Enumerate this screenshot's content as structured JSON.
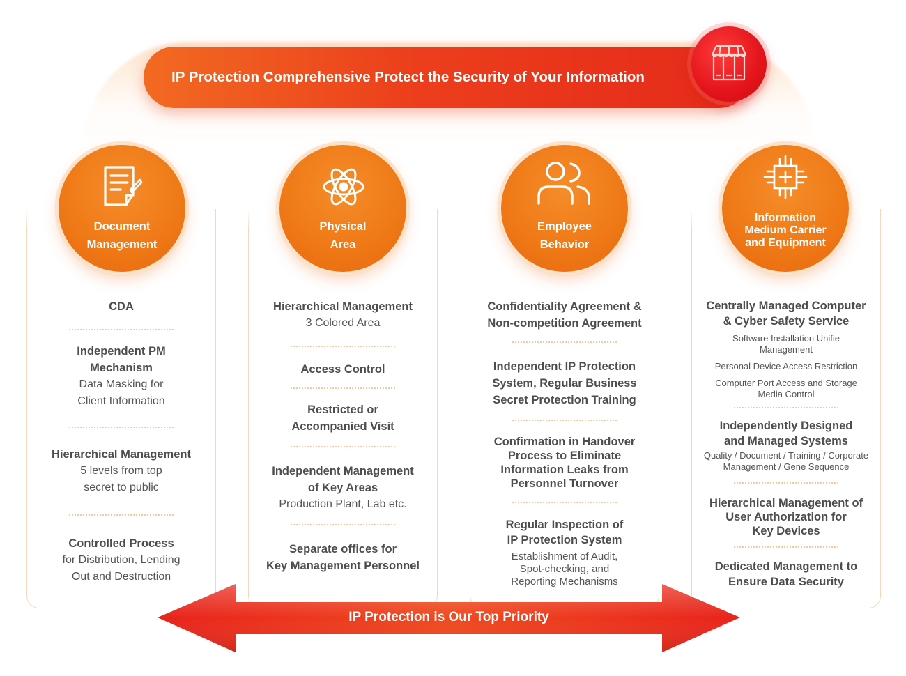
{
  "top_banner": {
    "title": "IP Protection Comprehensive Protect the Security of Your Information",
    "badge_icon": "storefront-icon"
  },
  "bottom_banner": {
    "text": "IP Protection is Our Top Priority"
  },
  "colors": {
    "orange": "#ef7a17",
    "red": "#e52a1a",
    "text": "#555555",
    "border": "#f6d7bd"
  },
  "columns": [
    {
      "icon": "document-icon",
      "title_line1": "Document",
      "title_line2": "Management",
      "blocks": [
        {
          "t": [
            "CDA"
          ],
          "s": []
        },
        {
          "t": [
            "Independent PM",
            "Mechanism"
          ],
          "s": [
            "Data Masking for",
            "Client Information"
          ]
        },
        {
          "t": [
            "Hierarchical Management"
          ],
          "s": [
            "5 levels from top",
            "secret to public"
          ]
        },
        {
          "t": [
            "Controlled Process"
          ],
          "s": [
            "for Distribution, Lending",
            "Out and Destruction"
          ]
        }
      ]
    },
    {
      "icon": "atom-icon",
      "title_line1": "Physical",
      "title_line2": "Area",
      "blocks": [
        {
          "t": [
            "Hierarchical Management"
          ],
          "s": [
            "3 Colored Area"
          ]
        },
        {
          "t": [
            "Access Control"
          ],
          "s": []
        },
        {
          "t": [
            "Restricted or",
            "Accompanied Visit"
          ],
          "s": []
        },
        {
          "t": [
            "Independent Management",
            "of Key Areas"
          ],
          "s": [
            "Production Plant, Lab etc."
          ]
        },
        {
          "t": [
            "Separate offices for",
            "Key Management Personnel"
          ],
          "s": []
        }
      ]
    },
    {
      "icon": "users-icon",
      "title_line1": "Employee",
      "title_line2": "Behavior",
      "blocks": [
        {
          "t": [
            "Confidentiality Agreement &",
            "Non-competition Agreement"
          ],
          "s": []
        },
        {
          "t": [
            "Independent IP Protection",
            "System, Regular Business",
            "Secret Protection Training"
          ],
          "s": []
        },
        {
          "t": [
            "Confirmation in Handover",
            "Process to Eliminate",
            "Information Leaks from",
            "Personnel Turnover"
          ],
          "s": []
        },
        {
          "t": [
            "Regular Inspection of",
            "IP Protection System"
          ],
          "s": [
            "Establishment of Audit,",
            "Spot-checking, and",
            "Reporting Mechanisms"
          ]
        }
      ]
    },
    {
      "icon": "chip-icon",
      "title_line1": "Information",
      "title_line2": "Medium Carrier",
      "title_line3": "and Equipment",
      "blocks": [
        {
          "t": [
            "Centrally Managed Computer",
            "& Cyber Safety Service"
          ],
          "ss": [
            "Software Installation Unifie",
            "Management",
            "|",
            "Personal Device Access Restriction",
            "|",
            "Computer Port Access and Storage",
            "Media Control"
          ]
        },
        {
          "t": [
            "Independently Designed",
            "and Managed Systems"
          ],
          "ss": [
            "Quality / Document / Training / Corporate",
            "Management / Gene Sequence"
          ]
        },
        {
          "t": [
            "Hierarchical Management of",
            "User Authorization for",
            "Key Devices"
          ],
          "s": []
        },
        {
          "t": [
            "Dedicated Management to",
            "Ensure Data Security"
          ],
          "s": []
        }
      ]
    }
  ]
}
